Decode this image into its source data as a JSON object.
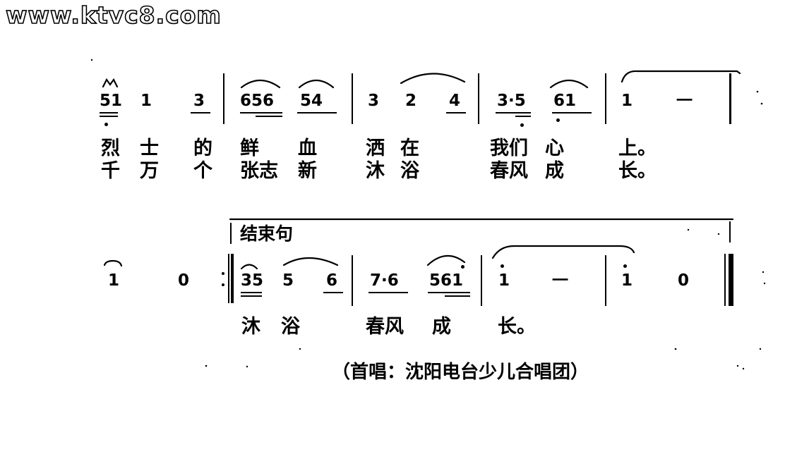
{
  "watermark": "www.ktvc8.com",
  "system1": {
    "notes": [
      "51",
      "1",
      "3",
      "656",
      "54",
      "3",
      "2",
      "4",
      "3·5",
      "61",
      "1",
      "一"
    ],
    "lyrics_line1": [
      "烈",
      "士",
      "的",
      "鲜",
      "血",
      "洒",
      "在",
      "我们",
      "心",
      "上。"
    ],
    "lyrics_line2": [
      "千",
      "万",
      "个",
      "张志",
      "新",
      "沐",
      "浴",
      "春风",
      "成",
      "长。"
    ]
  },
  "system2": {
    "section_label": "结束句",
    "notes": [
      "1",
      "0",
      "35",
      "5",
      "6",
      "7·6",
      "561",
      "1",
      "一",
      "1",
      "0"
    ],
    "lyrics": [
      "沐",
      "浴",
      "春风",
      "成",
      "长。"
    ]
  },
  "credit": "（首唱：沈阳电台少儿合唱团）"
}
